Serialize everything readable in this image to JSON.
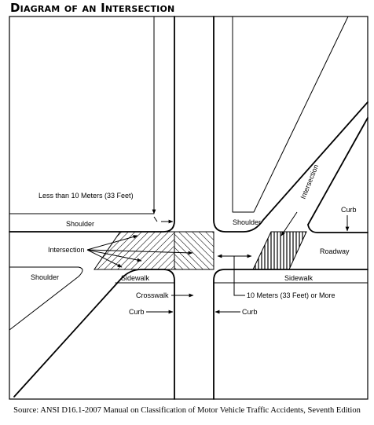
{
  "title": "Diagram of an Intersection",
  "labels": {
    "less_than_10m": "Less than 10 Meters (33 Feet)",
    "shoulder_upper_left": "Shoulder",
    "shoulder_upper_right": "Shoulder",
    "shoulder_left": "Shoulder",
    "intersection_left": "Intersection",
    "intersection_diagonal": "Intersection",
    "curb_top_right": "Curb",
    "roadway": "Roadway",
    "sidewalk_left": "Sidewalk",
    "sidewalk_right": "Sidewalk",
    "crosswalk": "Crosswalk",
    "ten_meters_or_more": "10 Meters (33 Feet) or More",
    "curb_left": "Curb",
    "curb_right": "Curb"
  },
  "source": "Source:  ANSI D16.1-2007 Manual on Classification of Motor Vehicle Traffic Accidents, Seventh Edition"
}
